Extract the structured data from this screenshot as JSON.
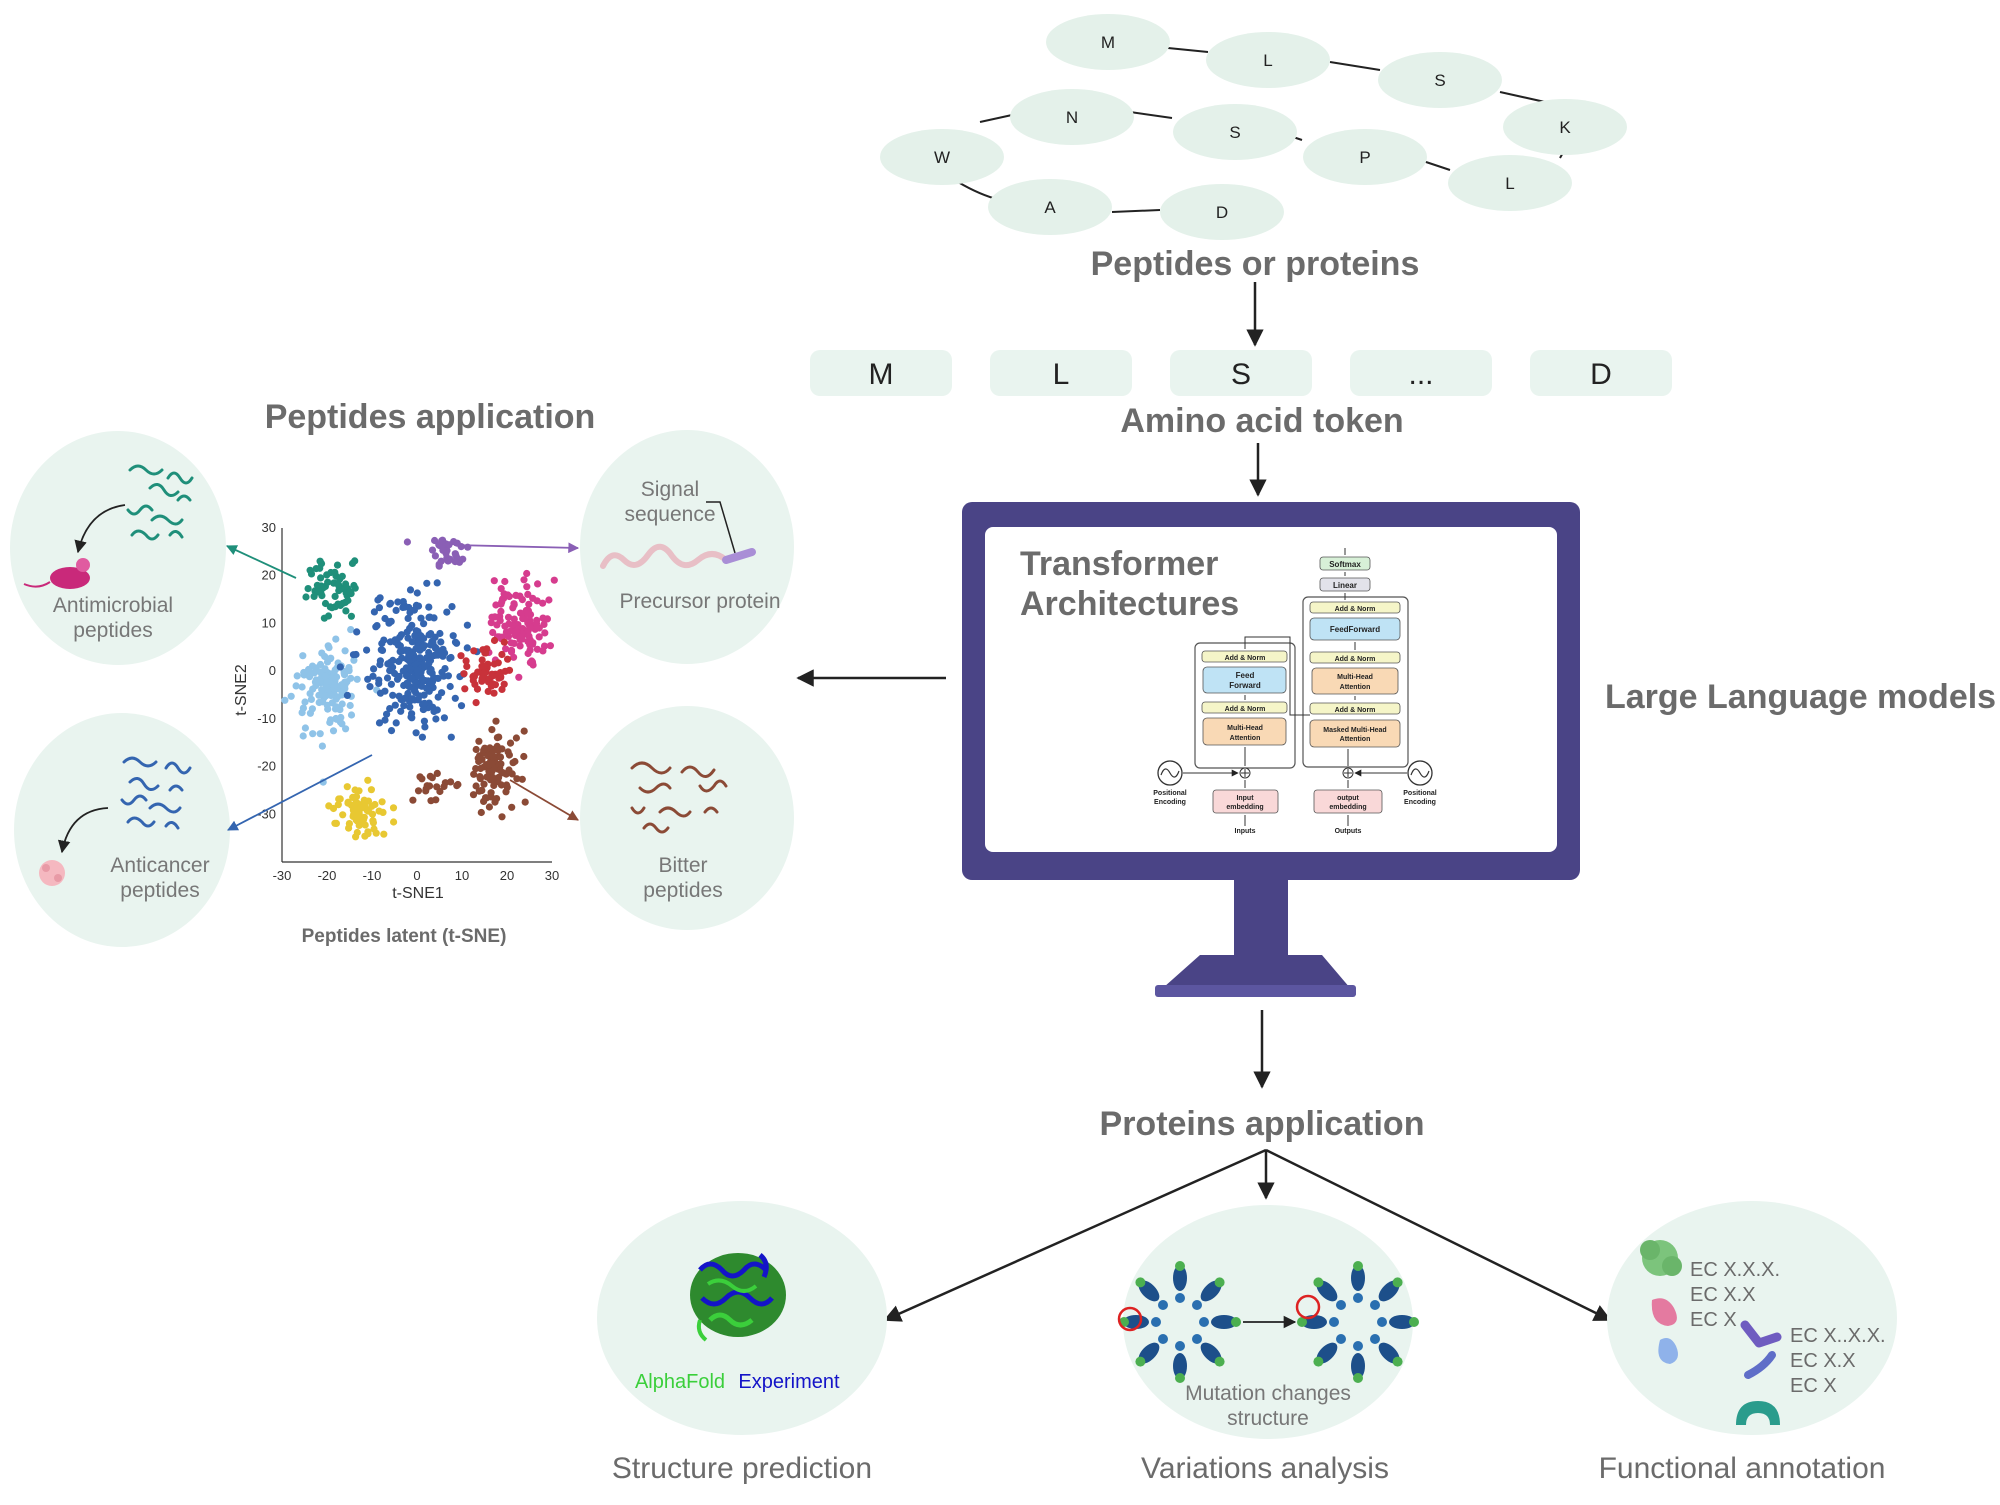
{
  "sequence_residues": [
    "M",
    "L",
    "S",
    "K",
    "L",
    "P",
    "S",
    "N",
    "W",
    "A",
    "D"
  ],
  "top_title": "Peptides or proteins",
  "tokens": [
    "M",
    "L",
    "S",
    "...",
    "D"
  ],
  "token_title": "Amino acid token",
  "monitor": {
    "heading_line1": "Transformer",
    "heading_line2": "Architectures",
    "diagram": {
      "softmax": "Softmax",
      "linear": "Linear",
      "add_norm": "Add & Norm",
      "feed_forward": "Feed Forward",
      "feedforward": "FeedForward",
      "multi_head_attention": "Multi-Head Attention",
      "masked_attention": "Masked Multi-Head Attention",
      "input_embedding": "Input embedding",
      "output_embedding": "output embedding",
      "positional_encoding": "Positional Encoding",
      "inputs": "Inputs",
      "outputs": "Outputs"
    }
  },
  "llm_label": "Large Language models",
  "peptides": {
    "title": "Peptides application",
    "antimicrobial": "Antimicrobial peptides",
    "signal_sequence": "Signal sequence",
    "precursor_protein": "Precursor protein",
    "anticancer": "Anticancer peptides",
    "bitter": "Bitter peptides",
    "latent_caption": "Peptides latent  (t-SNE)"
  },
  "chart_data": {
    "type": "scatter",
    "xlabel": "t-SNE1",
    "ylabel": "t-SNE2",
    "xlim": [
      -30,
      30
    ],
    "ylim": [
      -40,
      30
    ],
    "x_ticks": [
      -30,
      -20,
      -10,
      0,
      10,
      20,
      30
    ],
    "y_ticks": [
      30,
      20,
      10,
      0,
      -10,
      -20,
      -30
    ],
    "clusters": [
      {
        "color": "#1f8f7a",
        "center": [
          -18,
          17
        ],
        "spread": [
          5,
          5
        ],
        "count": 60
      },
      {
        "color": "#8a5fb5",
        "center": [
          8,
          25
        ],
        "spread": [
          4,
          3
        ],
        "count": 35
      },
      {
        "color": "#8fc3e8",
        "center": [
          -19,
          -4
        ],
        "spread": [
          6,
          8
        ],
        "count": 130
      },
      {
        "color": "#3465b0",
        "center": [
          0,
          2
        ],
        "spread": [
          9,
          12
        ],
        "count": 260
      },
      {
        "color": "#d63c8e",
        "center": [
          23,
          10
        ],
        "spread": [
          6,
          8
        ],
        "count": 110
      },
      {
        "color": "#c8323a",
        "center": [
          17,
          0
        ],
        "spread": [
          4,
          6
        ],
        "count": 60
      },
      {
        "color": "#8b4a36",
        "center": [
          18,
          -20
        ],
        "spread": [
          5,
          7
        ],
        "count": 100
      },
      {
        "color": "#8b4a36",
        "center": [
          5,
          -24
        ],
        "spread": [
          4,
          3
        ],
        "count": 20
      },
      {
        "color": "#e8c832",
        "center": [
          -12,
          -30
        ],
        "spread": [
          5,
          5
        ],
        "count": 70
      }
    ]
  },
  "proteins": {
    "title": "Proteins application",
    "alphafold": "AlphaFold",
    "experiment": "Experiment",
    "mutation": "Mutation changes structure",
    "ec_group1": [
      "EC X.X.X.",
      "EC X.X",
      "EC X"
    ],
    "ec_group2": [
      "EC X..X.X.",
      "EC X.X",
      "EC X"
    ],
    "structure_prediction": "Structure prediction",
    "variations_analysis": "Variations analysis",
    "functional_annotation": "Functional annotation"
  },
  "colors": {
    "bubble": "#e9f4ef",
    "monitor": "#4a4486",
    "alphafold": "#3bcf3b",
    "experiment": "#1414c8",
    "arrow": "#222222",
    "title_gray": "#6b6b6b"
  }
}
